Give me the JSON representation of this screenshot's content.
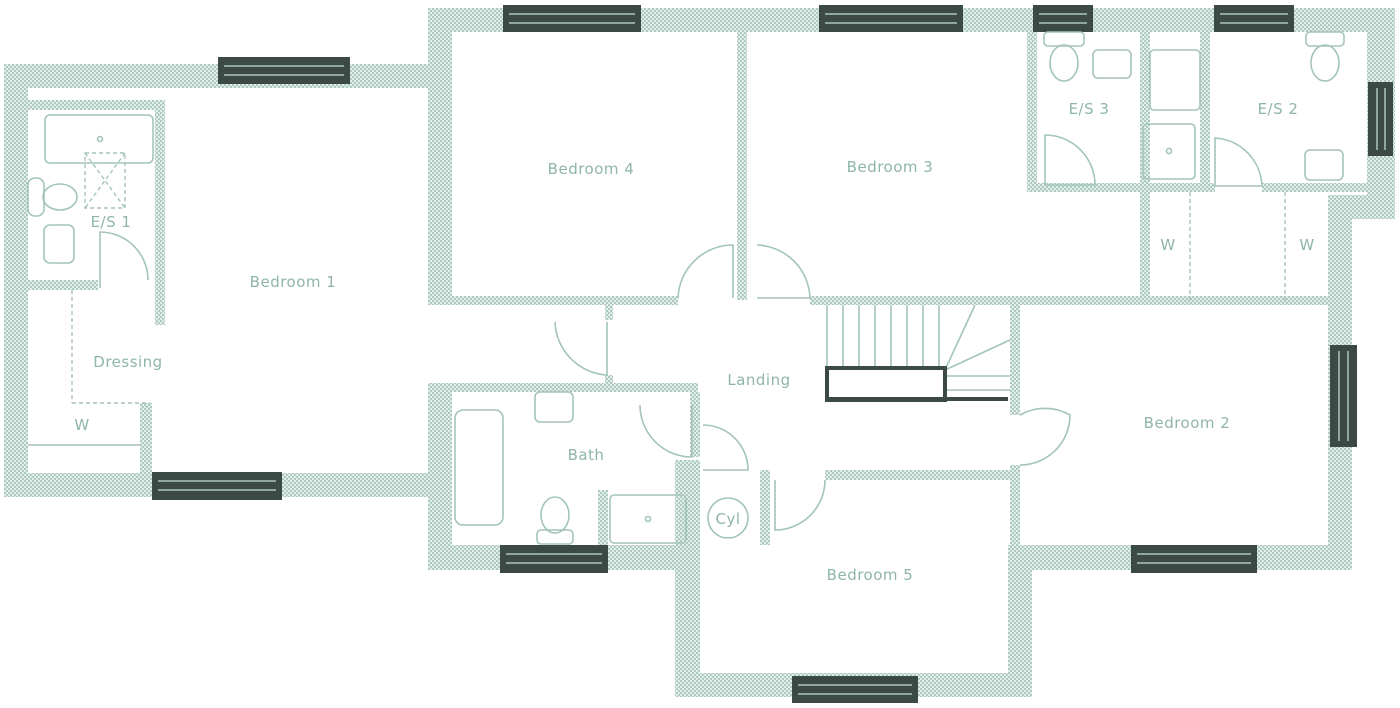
{
  "title": "First floor plan",
  "colors": {
    "wall": "#a3c4b9",
    "window": "#3c4a45",
    "label": "#8fb5a8"
  },
  "rooms": {
    "bedroom1": "Bedroom 1",
    "bedroom2": "Bedroom 2",
    "bedroom3": "Bedroom 3",
    "bedroom4": "Bedroom 4",
    "bedroom5": "Bedroom 5",
    "es1": "E/S 1",
    "es2": "E/S 2",
    "es3": "E/S 3",
    "dressing": "Dressing",
    "wardrobe1": "W",
    "wardrobe2": "W",
    "wardrobe3": "W",
    "landing": "Landing",
    "bath": "Bath",
    "cylinder": "Cyl"
  }
}
